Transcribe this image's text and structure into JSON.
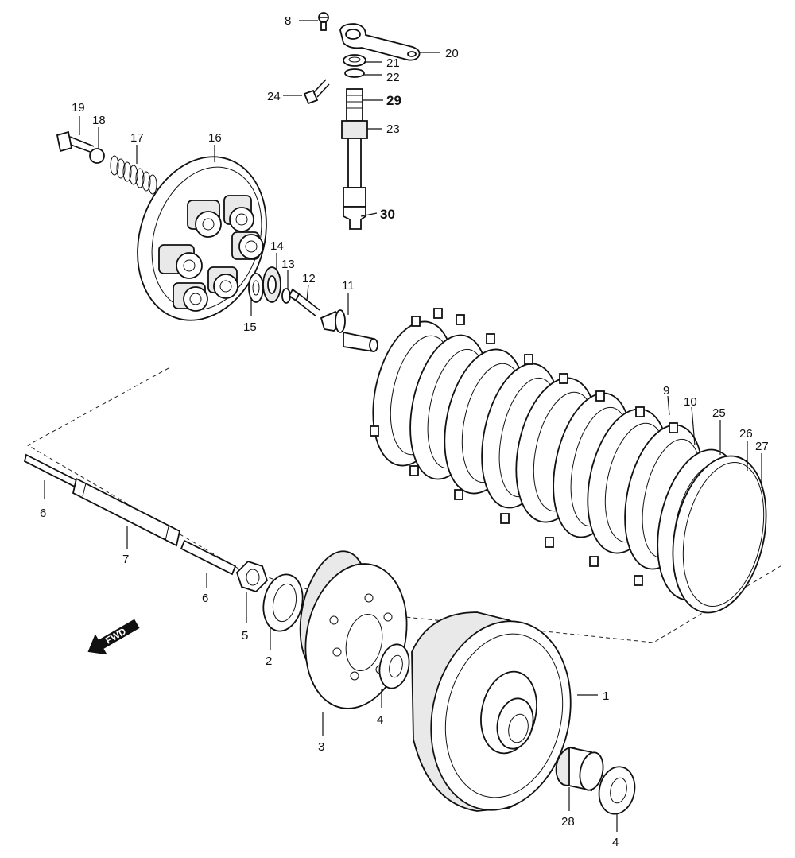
{
  "callouts": {
    "c1": "1",
    "c2": "2",
    "c3": "3",
    "c4a": "4",
    "c4b": "4",
    "c5": "5",
    "c6a": "6",
    "c6b": "6",
    "c7": "7",
    "c8": "8",
    "c9": "9",
    "c10": "10",
    "c11": "11",
    "c12": "12",
    "c13": "13",
    "c14": "14",
    "c15": "15",
    "c16": "16",
    "c17": "17",
    "c18": "18",
    "c19": "19",
    "c20": "20",
    "c21": "21",
    "c22": "22",
    "c23": "23",
    "c24": "24",
    "c25": "25",
    "c26": "26",
    "c27": "27",
    "c28": "28",
    "c29": "29",
    "c30": "30"
  },
  "fwd_label": "FWD",
  "icons": {
    "fwd": "arrow-forward-icon"
  }
}
